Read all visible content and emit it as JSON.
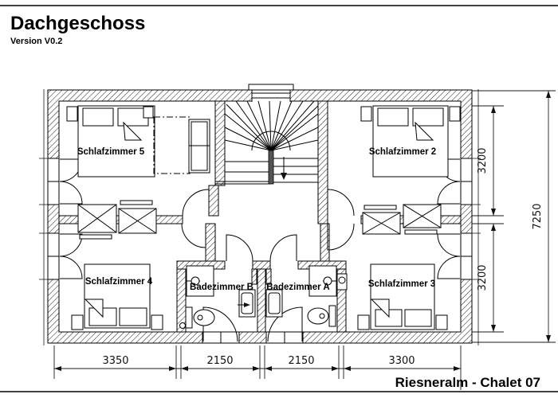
{
  "header": {
    "title": "Dachgeschoss",
    "version": "Version V0.2"
  },
  "footer": {
    "project": "Riesneralm - Chalet 07"
  },
  "floorplan": {
    "rooms": [
      {
        "name": "Schlafzimmer 5"
      },
      {
        "name": "Schlafzimmer 2"
      },
      {
        "name": "Schlafzimmer 4"
      },
      {
        "name": "Schlafzimmer 3"
      },
      {
        "name": "Badezimmer B"
      },
      {
        "name": "Badezimmer A"
      }
    ],
    "stair_direction": "down",
    "dimensions_mm": {
      "right_upper": "3200",
      "right_lower": "3200",
      "right_total": "7250",
      "bottom": [
        "3350",
        "2150",
        "2150",
        "3300"
      ]
    }
  },
  "colors": {
    "ink": "#000000",
    "paper": "#ffffff"
  }
}
